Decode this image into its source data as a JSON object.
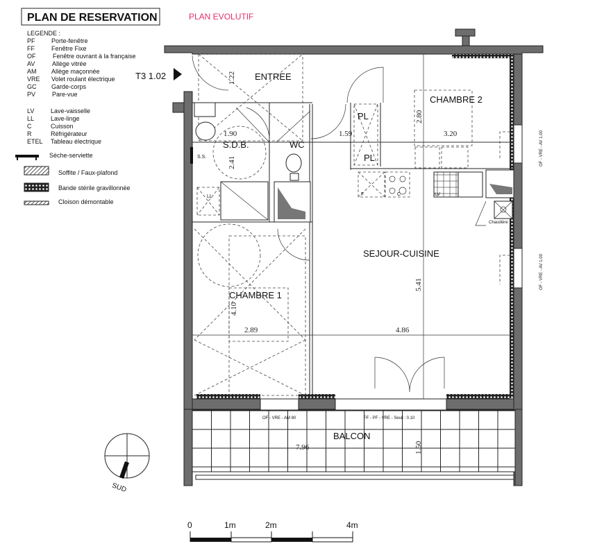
{
  "header": {
    "title": "PLAN DE RESERVATION",
    "subtitle": "PLAN EVOLUTIF",
    "subtitle_color": "#e0306a",
    "unit_ref": "T3 1.02"
  },
  "legend": {
    "heading": "LEGENDE :",
    "abbreviations": [
      {
        "code": "PF",
        "label": "Porte-fenêtre"
      },
      {
        "code": "FF",
        "label": "Fenêtre Fixe"
      },
      {
        "code": "OF",
        "label": "Fenêtre ouvrant à la française"
      },
      {
        "code": "AV",
        "label": "Allège vitrée"
      },
      {
        "code": "AM",
        "label": "Allège maçonnée"
      },
      {
        "code": "VRE",
        "label": "Volet roulant électrique"
      },
      {
        "code": "GC",
        "label": "Garde-corps"
      },
      {
        "code": "PV",
        "label": "Pare-vue"
      },
      {
        "code": "LV",
        "label": "Lave-vaisselle"
      },
      {
        "code": "LL",
        "label": "Lave-linge"
      },
      {
        "code": "C",
        "label": "Cuisson"
      },
      {
        "code": "R",
        "label": "Réfrigérateur"
      },
      {
        "code": "ETEL",
        "label": "Tableau électrique"
      }
    ],
    "symbols": [
      {
        "icon": "towel-dryer-icon",
        "label": "Sèche-serviette"
      },
      {
        "icon": "hatch-soffit-icon",
        "label": "Soffite / Faux-plafond"
      },
      {
        "icon": "gravel-band-icon",
        "label": "Bande stérile gravillonnée"
      },
      {
        "icon": "removable-partition-icon",
        "label": "Cloison démontable"
      }
    ]
  },
  "rooms": {
    "entree": "ENTREE",
    "sdb": "S.D.B.",
    "wc": "WC",
    "chambre2": "CHAMBRE 2",
    "chambre1": "CHAMBRE 1",
    "sejour": "SEJOUR-CUISINE",
    "balcon": "BALCON",
    "placard1": "PL",
    "placard2": "PL",
    "ss": "S.S.",
    "ll": "LL",
    "f": "F",
    "c": "C",
    "lv": "LV",
    "chaudiere": "Chaudière"
  },
  "dimensions": {
    "entree": "1.22",
    "sdb_w": "1.90",
    "sdb_h": "2.41",
    "hall": "1.59",
    "ch2_h": "2.80",
    "ch2_w": "3.20",
    "ch1_h": "4.10",
    "ch1_w": "2.89",
    "sejour_w": "4.86",
    "sejour_h": "5.41",
    "balcon_w": "7.96",
    "balcon_h": "1.50"
  },
  "windows": {
    "right_top": "OF - VRE - AV 1.00",
    "right_mid": "OF - VRE - AV 1.00",
    "balcon_left": "OF - VRE - AM 80",
    "balcon_right": "FF - PF - VRE - Seuil : 0.10"
  },
  "compass": {
    "label": "SUD"
  },
  "scale": {
    "labels": [
      "0",
      "1m",
      "2m",
      "4m"
    ]
  }
}
